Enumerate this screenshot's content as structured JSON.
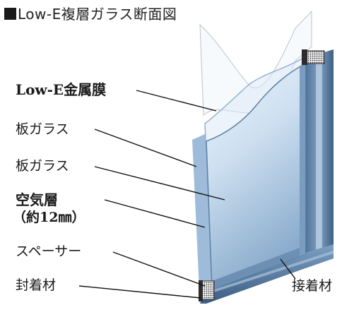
{
  "title": "Low-E複層ガラス断面図",
  "labels": {
    "lowe_film": "Low-E金属膜",
    "glass_1": "板ガラス",
    "glass_2": "板ガラス",
    "air_layer": "空気層",
    "air_layer_thickness": "（約12㎜）",
    "spacer": "スペーサー",
    "sealant": "封着材",
    "adhesive": "接着材"
  },
  "colors": {
    "glass_face_top": "#e6f0f8",
    "glass_face_bottom": "#8fb0d0",
    "frame_dark": "#3e5f82",
    "frame_mid": "#6f93b8",
    "frame_light": "#a9c3dc",
    "leader_line": "#111111"
  }
}
